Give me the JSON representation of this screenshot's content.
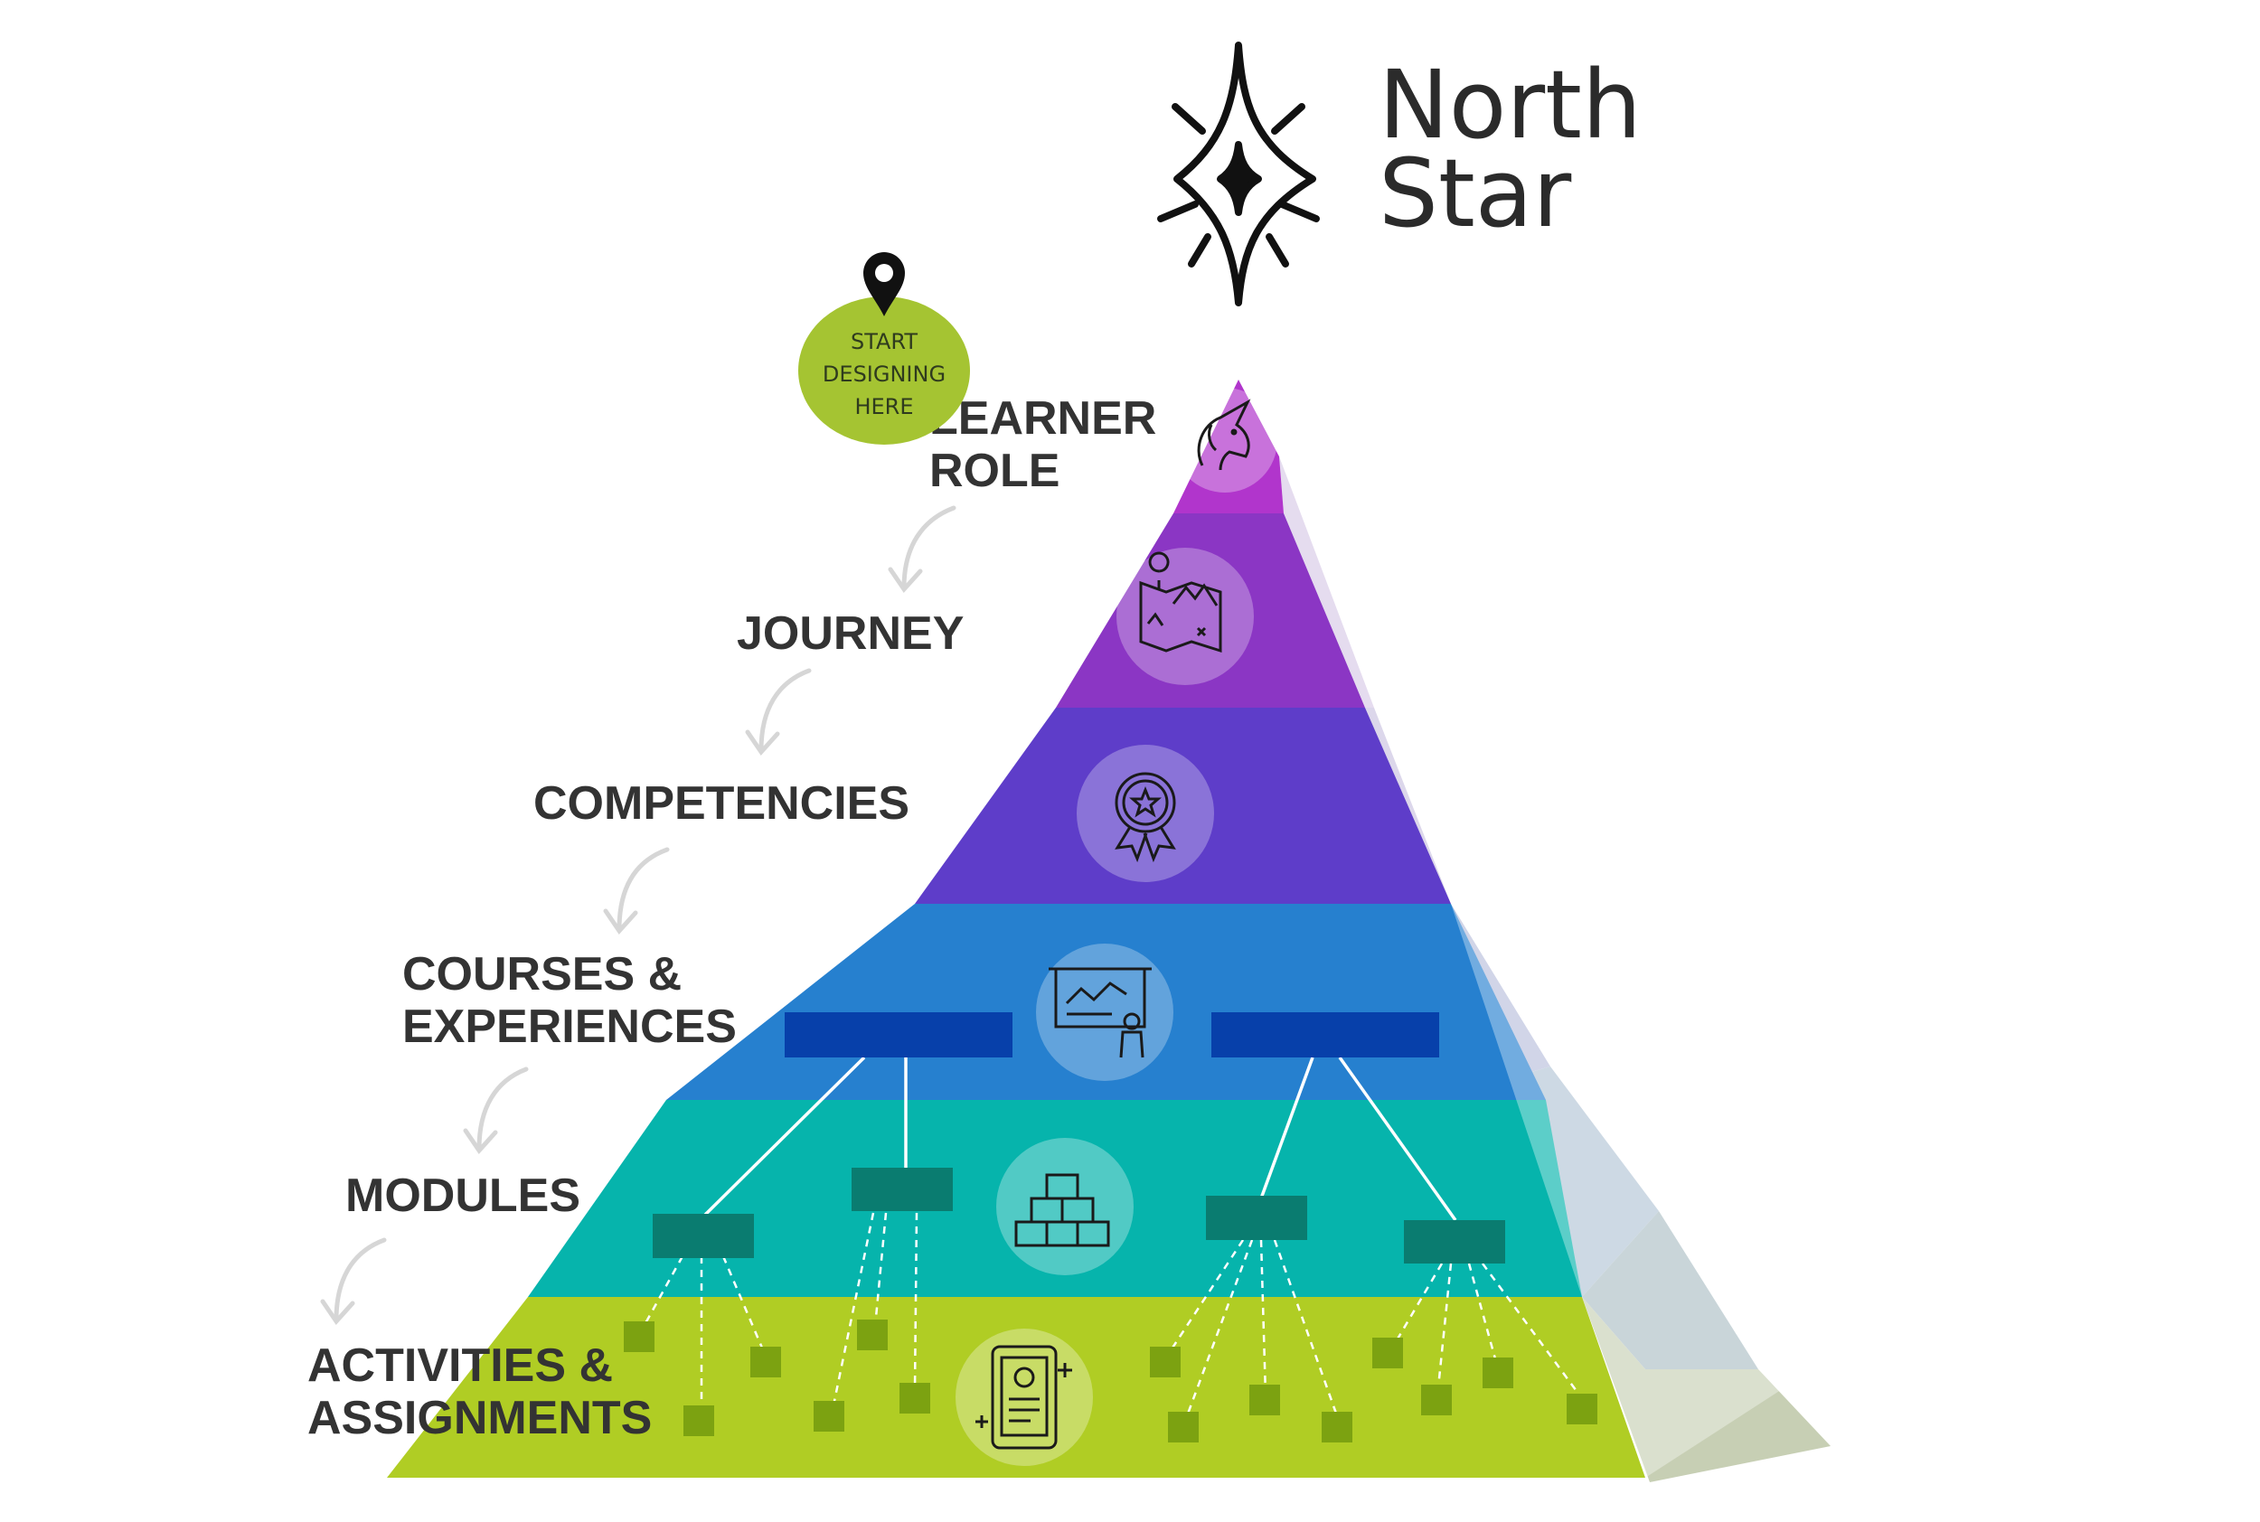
{
  "north_star": {
    "line1": "North",
    "line2": "Star"
  },
  "start_marker": {
    "line1": "START",
    "line2": "DESIGNING",
    "line3": "HERE",
    "icon": "location-pin-icon",
    "color": "#a5c432"
  },
  "levels": [
    {
      "label_lines": [
        "LEARNER",
        "ROLE"
      ],
      "icon": "unicorn-icon",
      "color": "#b135cc"
    },
    {
      "label_lines": [
        "JOURNEY"
      ],
      "icon": "treasure-map-icon",
      "color": "#8b36c4"
    },
    {
      "label_lines": [
        "COMPETENCIES"
      ],
      "icon": "award-ribbon-icon",
      "color": "#5e3dc9"
    },
    {
      "label_lines": [
        "COURSES &",
        "EXPERIENCES"
      ],
      "icon": "presentation-board-icon",
      "color": "#2680cf"
    },
    {
      "label_lines": [
        "MODULES"
      ],
      "icon": "stacked-cubes-icon",
      "color": "#06b4ac"
    },
    {
      "label_lines": [
        "ACTIVITIES &",
        "ASSIGNMENTS"
      ],
      "icon": "mobile-card-icon",
      "color": "#b0cd24"
    }
  ],
  "colors": {
    "course_block": "#0740aa",
    "module_block": "#0a7c70",
    "activity_square": "#7ca211",
    "arrow": "#d6d6d6",
    "label_text": "#333333"
  }
}
